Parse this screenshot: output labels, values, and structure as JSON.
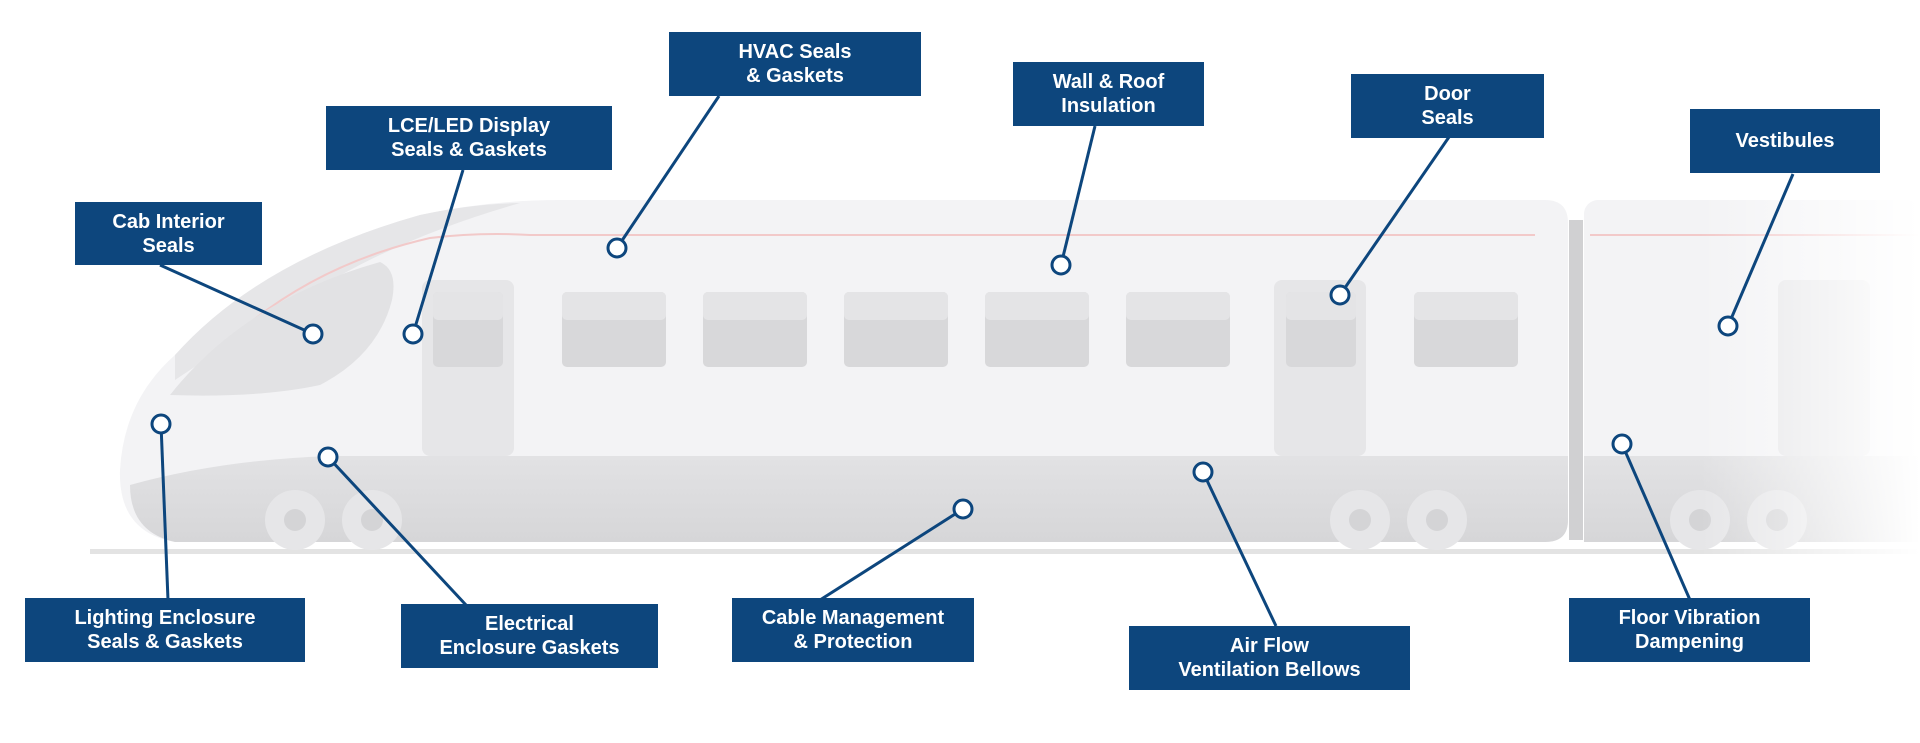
{
  "diagram": {
    "colors": {
      "label_bg": "#0d467d",
      "label_text": "#ffffff",
      "train_body": "#f3f3f5",
      "window": "#d8d8da"
    },
    "callouts": [
      {
        "id": "hvac",
        "lines": [
          "HVAC Seals",
          "& Gaskets"
        ]
      },
      {
        "id": "wall-roof",
        "lines": [
          "Wall & Roof",
          "Insulation"
        ]
      },
      {
        "id": "door",
        "lines": [
          "Door",
          "Seals"
        ]
      },
      {
        "id": "lcd-led",
        "lines": [
          "LCE/LED Display",
          "Seals & Gaskets"
        ]
      },
      {
        "id": "vestibules",
        "lines": [
          "Vestibules"
        ]
      },
      {
        "id": "cab-interior",
        "lines": [
          "Cab Interior",
          "Seals"
        ]
      },
      {
        "id": "lighting",
        "lines": [
          "Lighting Enclosure",
          "Seals & Gaskets"
        ]
      },
      {
        "id": "electrical",
        "lines": [
          "Electrical",
          "Enclosure Gaskets"
        ]
      },
      {
        "id": "cable",
        "lines": [
          "Cable Management",
          "& Protection"
        ]
      },
      {
        "id": "airflow",
        "lines": [
          "Air Flow",
          "Ventilation Bellows"
        ]
      },
      {
        "id": "floor",
        "lines": [
          "Floor Vibration",
          "Dampening"
        ]
      }
    ]
  }
}
